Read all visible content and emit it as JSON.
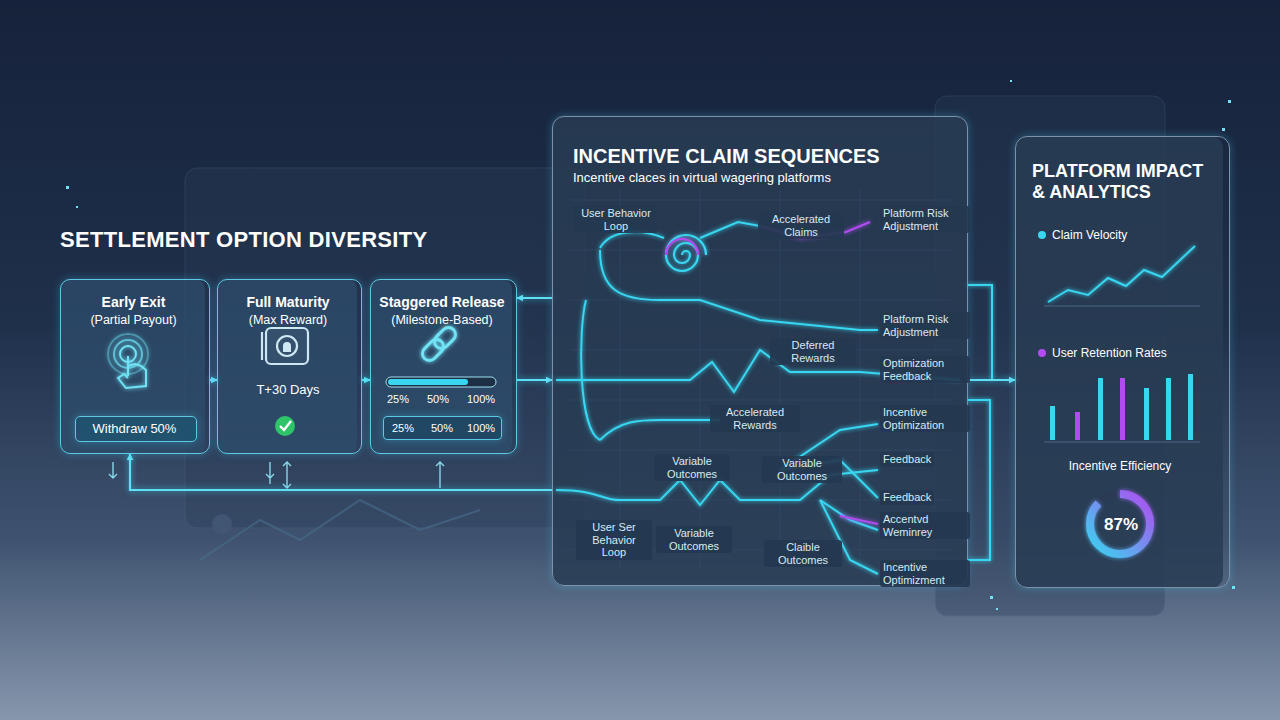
{
  "diagram": {
    "title": "SETTLEMENT OPTION DIVERSITY",
    "nodes": [
      {
        "text": [
          "Early Exit",
          "(Partial Payout)"
        ]
      },
      {
        "text": [
          "Withdraw 50%"
        ],
        "in": 0
      },
      {
        "text": [
          "Full Maturity",
          "(Max Reward)",
          "T+30 Days"
        ]
      },
      {
        "text": [
          "Staggered Release",
          "(Milestone-Based)",
          "25%",
          "50%",
          "100%"
        ]
      },
      {
        "text": [
          "25%",
          "50%",
          "100%"
        ],
        "in": 3
      },
      {
        "text": [
          "INCENTIVE CLAIM SEQUENCES",
          "Incentive claces in virtual wagering platforms"
        ]
      },
      {
        "text": [
          "PLATFORM IMPACT & ANALYTICS",
          "Claim Velocity",
          "User Retention Rates",
          "Incentive Efficiency",
          "87%"
        ]
      }
    ],
    "edges": [
      {
        "from": 0,
        "to": 2,
        "arrow": "to"
      },
      {
        "from": 2,
        "to": 3,
        "arrow": "to"
      },
      {
        "from": 3,
        "to": 5,
        "arrow": "to"
      },
      {
        "from": 5,
        "to": 3,
        "arrow": "to"
      },
      {
        "from": 5,
        "to": 0,
        "arrow": "to"
      },
      {
        "from": 5,
        "to": 6,
        "arrow": "to"
      }
    ],
    "labels": [
      "User Behavior Loop",
      "Accelerated Claims",
      "Platform Risk Adjustment",
      "Deferred Rewards",
      "Platform Risk Adjustment",
      "Optimization Feedback",
      "Accelerated Rewards",
      "Incentive Optimization",
      "Variable Outcomes",
      "Variable Outcomes",
      "Feedback",
      "Feedback",
      "User Ser Behavior Loop",
      "Variable Outcomes",
      "Accentvd Weminrey",
      "Claible Outcomes",
      "Incentive Optimizment"
    ]
  }
}
